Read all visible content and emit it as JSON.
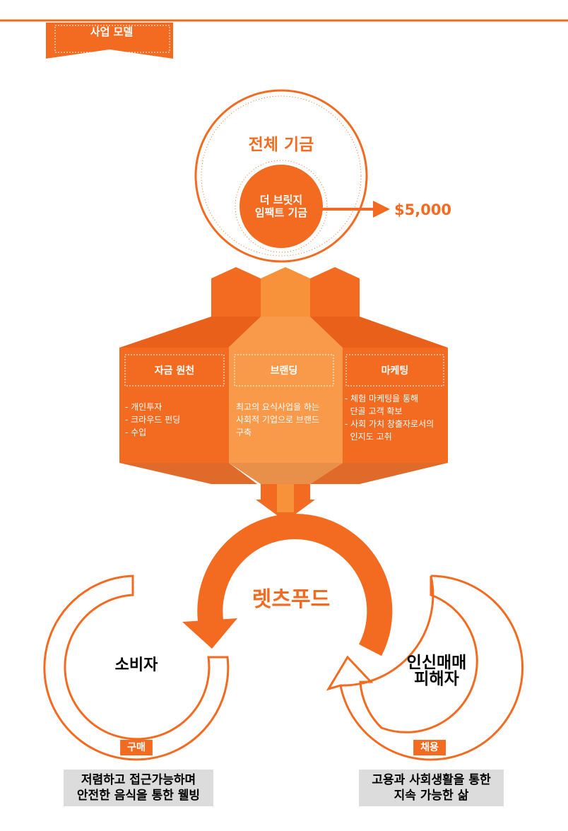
{
  "header": {
    "title": "사업 모델"
  },
  "colors": {
    "orange": "#f26b21",
    "orange_light": "#f7923a",
    "orange_dark": "#e8601a",
    "caption_bg": "#dcdcdc"
  },
  "fund": {
    "outer_label": "전체 기금",
    "inner_line1": "더 브릿지",
    "inner_line2": "임팩트 기금",
    "amount": "$5,000"
  },
  "columns": [
    {
      "title": "자금 원천",
      "lines": [
        "- 개인투자",
        "- 크라우드 펀딩",
        "- 수입"
      ]
    },
    {
      "title": "브랜딩",
      "lines": [
        "최고의 요식사업을 하는",
        "사회적 기업으로 브랜드",
        "구축"
      ]
    },
    {
      "title": "마케팅",
      "lines": [
        "- 체험 마케팅을 통해",
        "  단골 고객 확보",
        "- 사회 가치 창출자로서의",
        "  인지도 고취"
      ]
    }
  ],
  "cycle": {
    "center": "렛츠푸드",
    "left_node": "소비자",
    "right_node_line1": "인신매매",
    "right_node_line2": "피해자",
    "left_arc_label": "구매",
    "right_arc_label": "채용"
  },
  "captions": {
    "left": [
      "저렴하고 접근가능하며",
      "안전한 음식을 통한 웰빙"
    ],
    "right": [
      "고용과 사회생활을 통한",
      "지속 가능한 삶"
    ]
  }
}
